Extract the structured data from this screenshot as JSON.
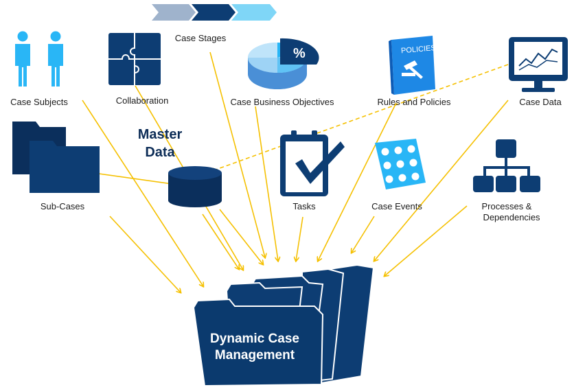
{
  "colors": {
    "navy": "#0d3d73",
    "dark_navy": "#0b2f5c",
    "light_blue": "#29b6f6",
    "mid_blue": "#1e88e5",
    "arrow": "#f5c000",
    "chevron_1": "#9fb3cc",
    "chevron_2": "#0d3d73",
    "chevron_3": "#7fd6f7"
  },
  "labels": {
    "case_stages": "Case Stages",
    "case_subjects": "Case Subjects",
    "collaboration": "Collaboration",
    "case_business_objectives": "Case Business Objectives",
    "rules_and_policies": "Rules and Policies",
    "case_data": "Case Data",
    "sub_cases": "Sub-Cases",
    "master_data_line1": "Master",
    "master_data_line2": "Data",
    "tasks": "Tasks",
    "case_events": "Case Events",
    "processes_line1": "Processes &",
    "processes_line2": "Dependencies",
    "policies_book": "POLICIES",
    "percent_sign": "%",
    "dcm_line1": "Dynamic Case",
    "dcm_line2": "Management"
  },
  "icons": [
    "people-icon",
    "puzzle-icon",
    "pie-chart-icon",
    "policies-book-icon",
    "monitor-chart-icon",
    "folders-icon",
    "database-icon",
    "task-checklist-icon",
    "calendar-icon",
    "hierarchy-icon",
    "chevron-icon",
    "folder-icon"
  ]
}
